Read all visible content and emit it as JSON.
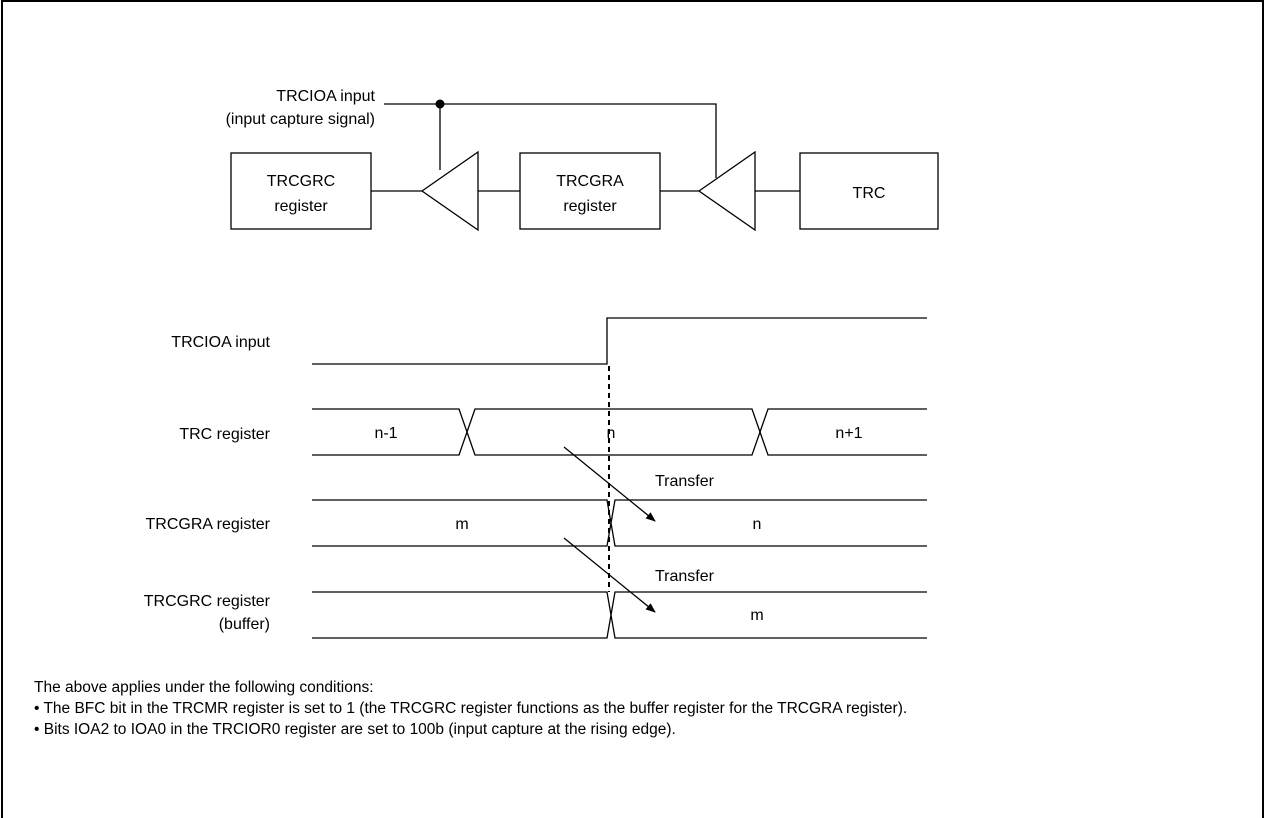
{
  "block_diagram": {
    "input_label_line1": "TRCIOA input",
    "input_label_line2": "(input capture signal)",
    "trcgrc_box_line1": "TRCGRC",
    "trcgrc_box_line2": "register",
    "trcgra_box_line1": "TRCGRA",
    "trcgra_box_line2": "register",
    "trc_box": "TRC"
  },
  "timing_diagram": {
    "signals": {
      "trcioa_input": "TRCIOA input",
      "trc_register": "TRC register",
      "trcgra_register": "TRCGRA register",
      "trcgrc_register_line1": "TRCGRC register",
      "trcgrc_register_line2": "(buffer)"
    },
    "values": {
      "trc_prev": "n-1",
      "trc_curr": "n",
      "trc_next": "n+1",
      "trcgra_before": "m",
      "trcgra_after": "n",
      "trcgrc_after": "m"
    },
    "transfer_label_1": "Transfer",
    "transfer_label_2": "Transfer"
  },
  "notes": {
    "intro": "The above applies under the following conditions:",
    "bullets": [
      "• The BFC bit in the TRCMR register is set to 1 (the TRCGRC register functions as the buffer register for the TRCGRA register).",
      "• Bits IOA2 to IOA0 in the TRCIOR0 register are set to 100b (input capture at the rising edge)."
    ]
  }
}
